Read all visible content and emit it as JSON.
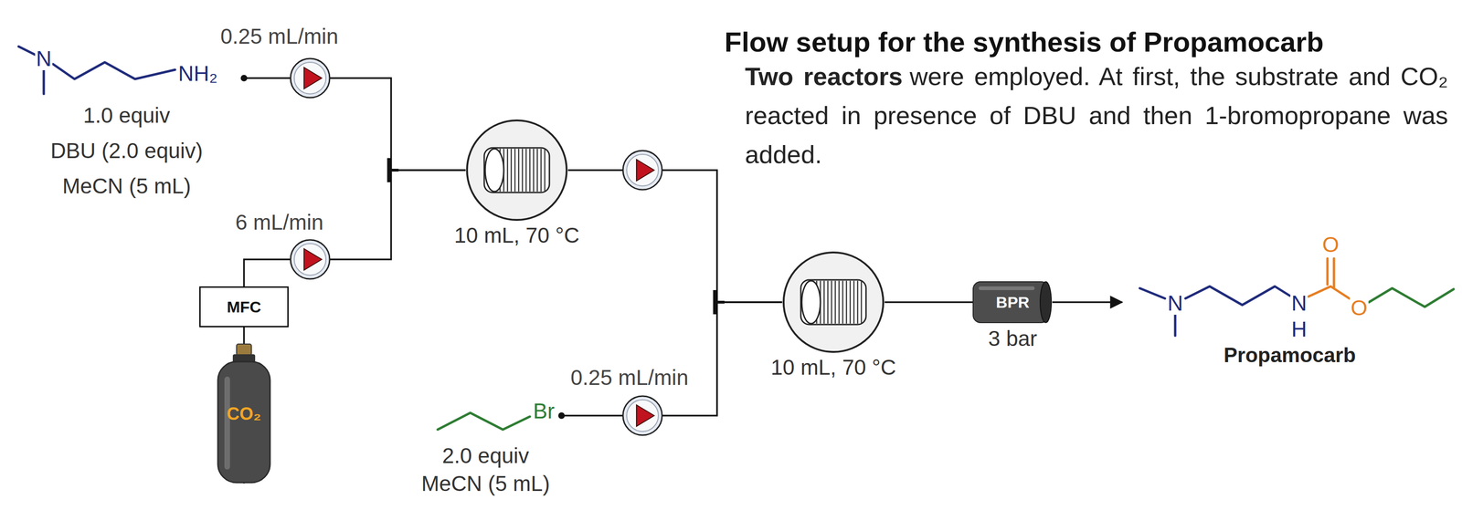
{
  "diagram": {
    "title": "Flow setup for the synthesis of Propamocarb",
    "nodes": [
      {
        "text": [
          "1.0 equiv",
          "DBU (2.0 equiv)",
          "MeCN (5 mL)"
        ]
      },
      {
        "text": [
          "CO₂"
        ]
      },
      {
        "text": [
          "MFC"
        ]
      },
      {
        "text": [
          "10 mL, 70 °C"
        ]
      },
      {
        "text": [
          "2.0 equiv",
          "MeCN (5 mL)"
        ]
      },
      {
        "text": [
          "10 mL, 70 °C"
        ]
      },
      {
        "text": [
          "BPR",
          "3 bar"
        ]
      },
      {
        "text": [
          "Propamocarb"
        ]
      }
    ],
    "edges": [
      {
        "from": 0,
        "to": 3,
        "label": "0.25 mL/min",
        "arrow": "none"
      },
      {
        "from": 1,
        "to": 2,
        "arrow": "none"
      },
      {
        "from": 2,
        "to": 3,
        "label": "6 mL/min",
        "arrow": "none"
      },
      {
        "from": 3,
        "to": 5,
        "arrow": "none"
      },
      {
        "from": 4,
        "to": 5,
        "label": "0.25 mL/min",
        "arrow": "none"
      },
      {
        "from": 5,
        "to": 6,
        "arrow": "none"
      },
      {
        "from": 6,
        "to": 7,
        "arrow": "to"
      }
    ],
    "labels": [
      "Two reactors",
      "were employed. At first, the substrate and CO₂ reacted in presence of DBU and then 1-bromopropane was added.",
      "N",
      "NH₂",
      "Br",
      "N",
      "N",
      "H",
      "O",
      "O"
    ]
  }
}
